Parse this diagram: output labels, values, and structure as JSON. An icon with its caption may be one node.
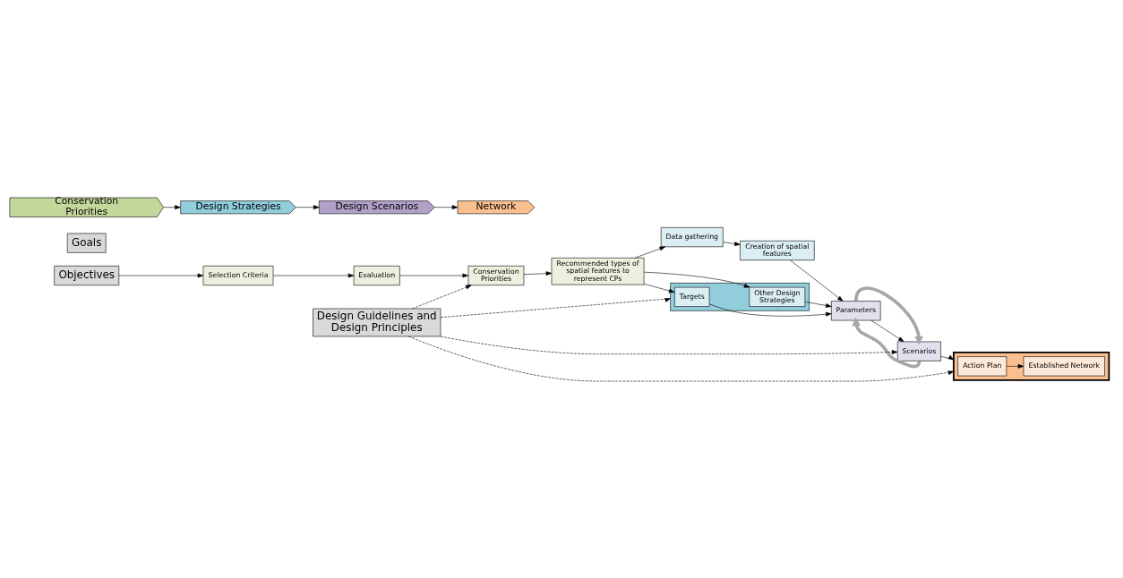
{
  "diagram": {
    "nodes": [
      {
        "text": [
          "Goals"
        ]
      },
      {
        "text": [
          "Objectives"
        ]
      },
      {
        "text": [
          "Conservation Priorities"
        ]
      },
      {
        "text": [
          "Design Strategies"
        ]
      },
      {
        "text": [
          "Design Scenarios"
        ]
      },
      {
        "text": [
          "Network"
        ]
      },
      {
        "text": [
          "Selection Criteria"
        ]
      },
      {
        "text": [
          "Evaluation"
        ]
      },
      {
        "text": [
          "Conservation Priorities"
        ]
      },
      {
        "text": [
          "Recommended types of spatial features to represent CPs"
        ]
      },
      {
        "text": [
          "Data gathering"
        ]
      },
      {
        "text": [
          "Creation of spatial features"
        ]
      },
      {
        "text": [],
        "shape": "box"
      },
      {
        "text": [
          "Targets"
        ],
        "in": 12
      },
      {
        "text": [
          "Other Design Strategies"
        ],
        "in": 12
      },
      {
        "text": [
          "Parameters"
        ]
      },
      {
        "text": [
          "Scenarios"
        ]
      },
      {
        "text": [],
        "shape": "box"
      },
      {
        "text": [
          "Action Plan"
        ],
        "in": 17
      },
      {
        "text": [
          "Established Network"
        ],
        "in": 17
      },
      {
        "text": [
          "Design Guidelines and Design Principles"
        ]
      }
    ],
    "edges": [
      {
        "from": 2,
        "to": 3,
        "arrow": "to"
      },
      {
        "from": 3,
        "to": 4,
        "arrow": "to"
      },
      {
        "from": 4,
        "to": 5,
        "arrow": "to"
      },
      {
        "from": 1,
        "to": 6,
        "arrow": "to"
      },
      {
        "from": 6,
        "to": 7,
        "arrow": "to"
      },
      {
        "from": 7,
        "to": 8,
        "arrow": "to"
      },
      {
        "from": 8,
        "to": 9,
        "arrow": "to"
      },
      {
        "from": 9,
        "to": 10,
        "arrow": "to"
      },
      {
        "from": 10,
        "to": 11,
        "arrow": "to"
      },
      {
        "from": 11,
        "to": 15,
        "arrow": "to"
      },
      {
        "from": 9,
        "to": 13,
        "arrow": "to"
      },
      {
        "from": 9,
        "to": 14,
        "arrow": "to"
      },
      {
        "from": 13,
        "to": 15,
        "arrow": "to"
      },
      {
        "from": 14,
        "to": 15,
        "arrow": "to"
      },
      {
        "from": 15,
        "to": 16,
        "arrow": "to"
      },
      {
        "from": 15,
        "to": 16,
        "arrow": "to",
        "style": "thick",
        "color": "#a6a6a6"
      },
      {
        "from": 16,
        "to": 15,
        "arrow": "to",
        "style": "thick",
        "color": "#a6a6a6"
      },
      {
        "from": 16,
        "to": 17,
        "arrow": "to"
      },
      {
        "from": 18,
        "to": 19,
        "arrow": "to"
      },
      {
        "from": 20,
        "to": 8,
        "arrow": "to",
        "style": "dashed"
      },
      {
        "from": 20,
        "to": 12,
        "arrow": "to",
        "style": "dashed"
      },
      {
        "from": 20,
        "to": 16,
        "arrow": "to",
        "style": "dashed"
      },
      {
        "from": 20,
        "to": 17,
        "arrow": "to",
        "style": "dashed"
      }
    ]
  }
}
